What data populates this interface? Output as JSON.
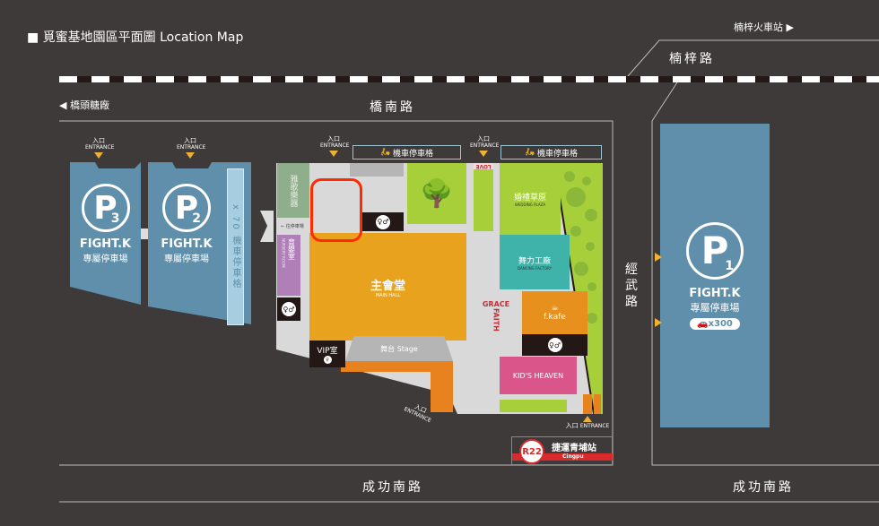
{
  "title": "■ 覓蜜基地園區平面圖 Location Map",
  "roads": {
    "train_station": "楠梓火車站",
    "nanzi_rd": "楠梓路",
    "qiaotou": "橋頭糖廠",
    "qiaonan_rd": "橋南路",
    "jingwu_rd": "經武路",
    "chenggong_left": "成功南路",
    "chenggong_right": "成功南路"
  },
  "entrance": {
    "zh": "入口",
    "en": "ENTRANCE"
  },
  "parking": {
    "p3": {
      "num": "3",
      "brand": "FIGHT.K",
      "label": "專屬停車場"
    },
    "p2": {
      "num": "2",
      "brand": "FIGHT.K",
      "label": "專屬停車場"
    },
    "p1": {
      "num": "1",
      "brand": "FIGHT.K",
      "label": "專屬停車場",
      "capacity": "x300"
    },
    "moto_strip": "x 70 機車停車格",
    "moto_label": "機車停車格"
  },
  "venues": {
    "music": "雅歌樂器",
    "nursery": "育嬰室",
    "nursery_en": "NURSERY ROOM",
    "to_parking": "← 往停車場",
    "main_hall": "主會堂",
    "main_hall_en": "MAIN HALL",
    "stage": "舞台 Stage",
    "vip": "VIP室",
    "love": "LOVE",
    "wedding": "婚禮草原",
    "wedding_en": "WEDDING PLAZA",
    "dancing": "舞力工廠",
    "dancing_en": "DANCING FACTORY",
    "kafe": "f.kafe",
    "kids": "KID'S HEAVEN",
    "grace": "GRACE",
    "faith": "FAITH"
  },
  "mrt": {
    "code": "R22",
    "name": "捷運青埔站",
    "en": "Cingpu"
  },
  "colors": {
    "bg": "#3e3a39",
    "parking": "#5f8fab",
    "main_hall": "#e8a21e",
    "green": "#a6cf3a",
    "teal": "#3fb3aa",
    "pink": "#d9558a",
    "highlight": "#ff2a00"
  }
}
